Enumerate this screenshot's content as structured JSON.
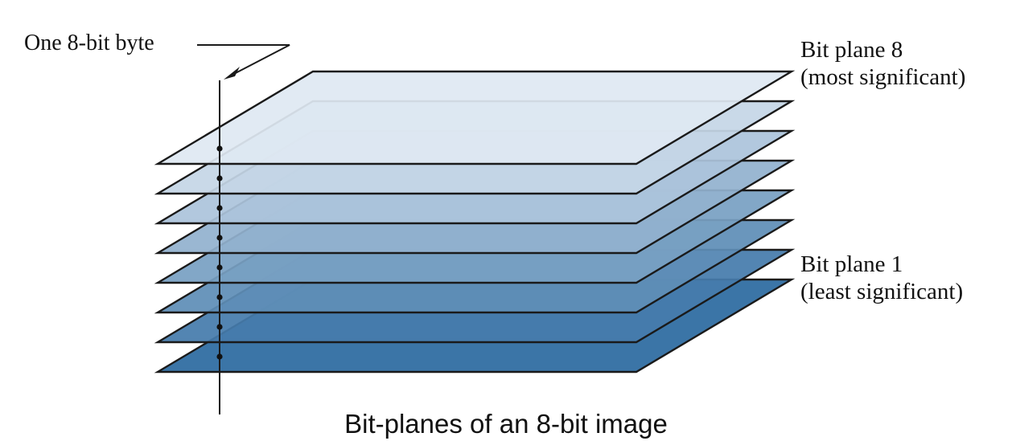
{
  "diagram": {
    "byte_label": "One 8-bit byte",
    "top_plane_label": {
      "line1": "Bit plane 8",
      "line2": "(most significant)"
    },
    "bottom_plane_label": {
      "line1": "Bit plane 1",
      "line2": "(least significant)"
    },
    "caption": "Bit-planes of an 8-bit image",
    "plane_count": 8,
    "colors": {
      "top_plane": "#dfe8f2",
      "bottom_plane": "#2c6aa0",
      "outline": "#1a1a1a"
    }
  }
}
